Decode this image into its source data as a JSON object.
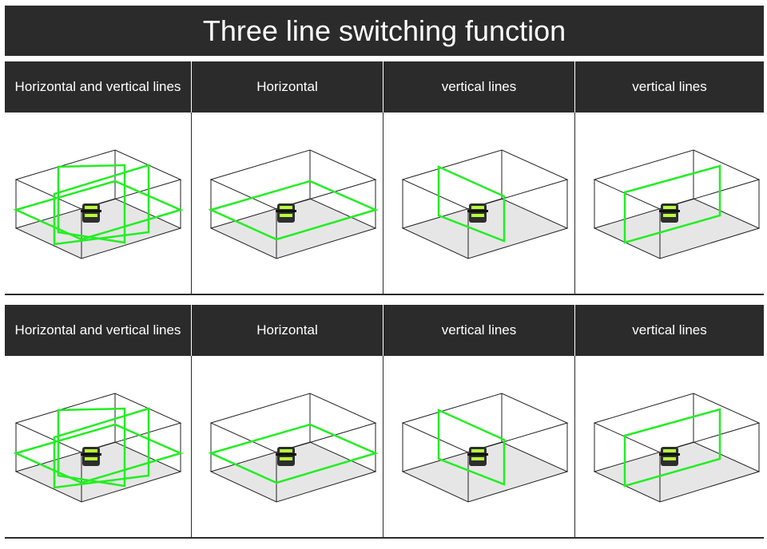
{
  "title": "Three line switching function",
  "colors": {
    "header_bg": "#2b2b2b",
    "header_text": "#ffffff",
    "laser": "#22ee22",
    "floor": "#e6e6e6",
    "device_body": "#2e2e2e",
    "device_accent": "#b8ff3a"
  },
  "rows": [
    {
      "headers": [
        "Horizontal and vertical lines",
        "Horizontal",
        "vertical lines",
        "vertical lines"
      ],
      "illustrations": [
        "room-horizontal-and-two-vertical-planes",
        "room-horizontal-plane",
        "room-vertical-plane-front-to-back",
        "room-vertical-plane-side-to-side"
      ]
    },
    {
      "headers": [
        "Horizontal and vertical lines",
        "Horizontal",
        "vertical lines",
        "vertical lines"
      ],
      "illustrations": [
        "room-horizontal-and-two-vertical-planes",
        "room-horizontal-plane",
        "room-vertical-plane-front-to-back",
        "room-vertical-plane-side-to-side"
      ]
    }
  ]
}
